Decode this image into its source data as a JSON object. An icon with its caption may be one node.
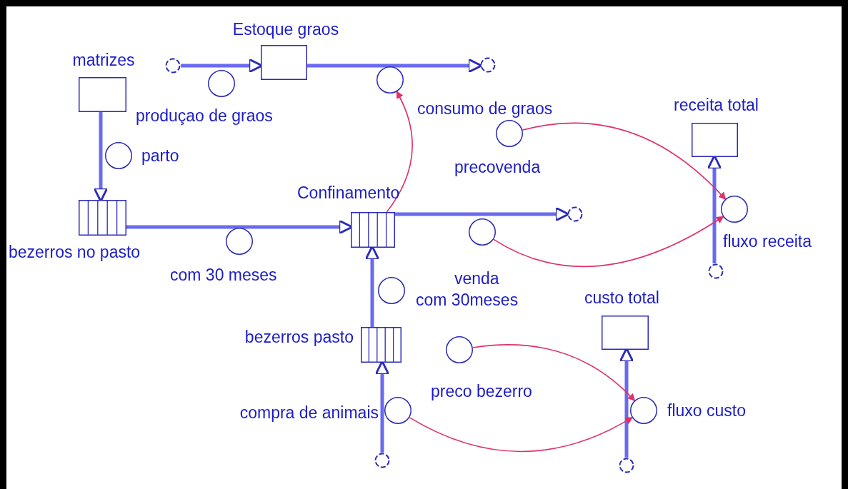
{
  "diagram": {
    "nodes": [
      {
        "text": [
          "Estoque graos"
        ]
      },
      {
        "text": [
          "matrizes"
        ]
      },
      {
        "text": [],
        "shape": "cloud"
      },
      {
        "text": [
          "produçao de graos"
        ]
      },
      {
        "text": [
          "consumo de graos"
        ]
      },
      {
        "text": [],
        "shape": "cloud"
      },
      {
        "text": [
          "receita total"
        ]
      },
      {
        "text": [
          "precovenda"
        ]
      },
      {
        "text": [
          "parto"
        ]
      },
      {
        "text": [
          "bezerros no pasto"
        ]
      },
      {
        "text": [
          "Confinamento"
        ]
      },
      {
        "text": [
          "com 30 meses"
        ]
      },
      {
        "text": [
          "venda"
        ]
      },
      {
        "text": [],
        "shape": "cloud"
      },
      {
        "text": [
          "fluxo receita"
        ]
      },
      {
        "text": [],
        "shape": "cloud"
      },
      {
        "text": [
          "com 30meses"
        ]
      },
      {
        "text": [
          "custo total"
        ]
      },
      {
        "text": [
          "bezerros pasto"
        ]
      },
      {
        "text": [
          "preco bezerro"
        ]
      },
      {
        "text": [
          "compra de animais"
        ]
      },
      {
        "text": [
          "fluxo custo"
        ]
      },
      {
        "text": [],
        "shape": "cloud"
      },
      {
        "text": [],
        "shape": "cloud"
      }
    ],
    "edges": [
      {
        "from": 2,
        "to": 0,
        "arrow": "to"
      },
      {
        "from": 0,
        "to": 5,
        "arrow": "to"
      },
      {
        "from": 1,
        "to": 9,
        "arrow": "to"
      },
      {
        "from": 9,
        "to": 10,
        "arrow": "to"
      },
      {
        "from": 10,
        "to": 13,
        "arrow": "to"
      },
      {
        "from": 15,
        "to": 6,
        "arrow": "to"
      },
      {
        "from": 18,
        "to": 10,
        "arrow": "to"
      },
      {
        "from": 22,
        "to": 18,
        "arrow": "to"
      },
      {
        "from": 23,
        "to": 17,
        "arrow": "to"
      },
      {
        "from": 10,
        "to": 4,
        "arrow": "to",
        "color": "#e0306a"
      },
      {
        "from": 7,
        "to": 14,
        "arrow": "to",
        "color": "#e0306a"
      },
      {
        "from": 12,
        "to": 14,
        "arrow": "to",
        "color": "#e0306a"
      },
      {
        "from": 19,
        "to": 21,
        "arrow": "to",
        "color": "#e0306a"
      },
      {
        "from": 20,
        "to": 21,
        "arrow": "to",
        "color": "#e0306a"
      }
    ]
  }
}
